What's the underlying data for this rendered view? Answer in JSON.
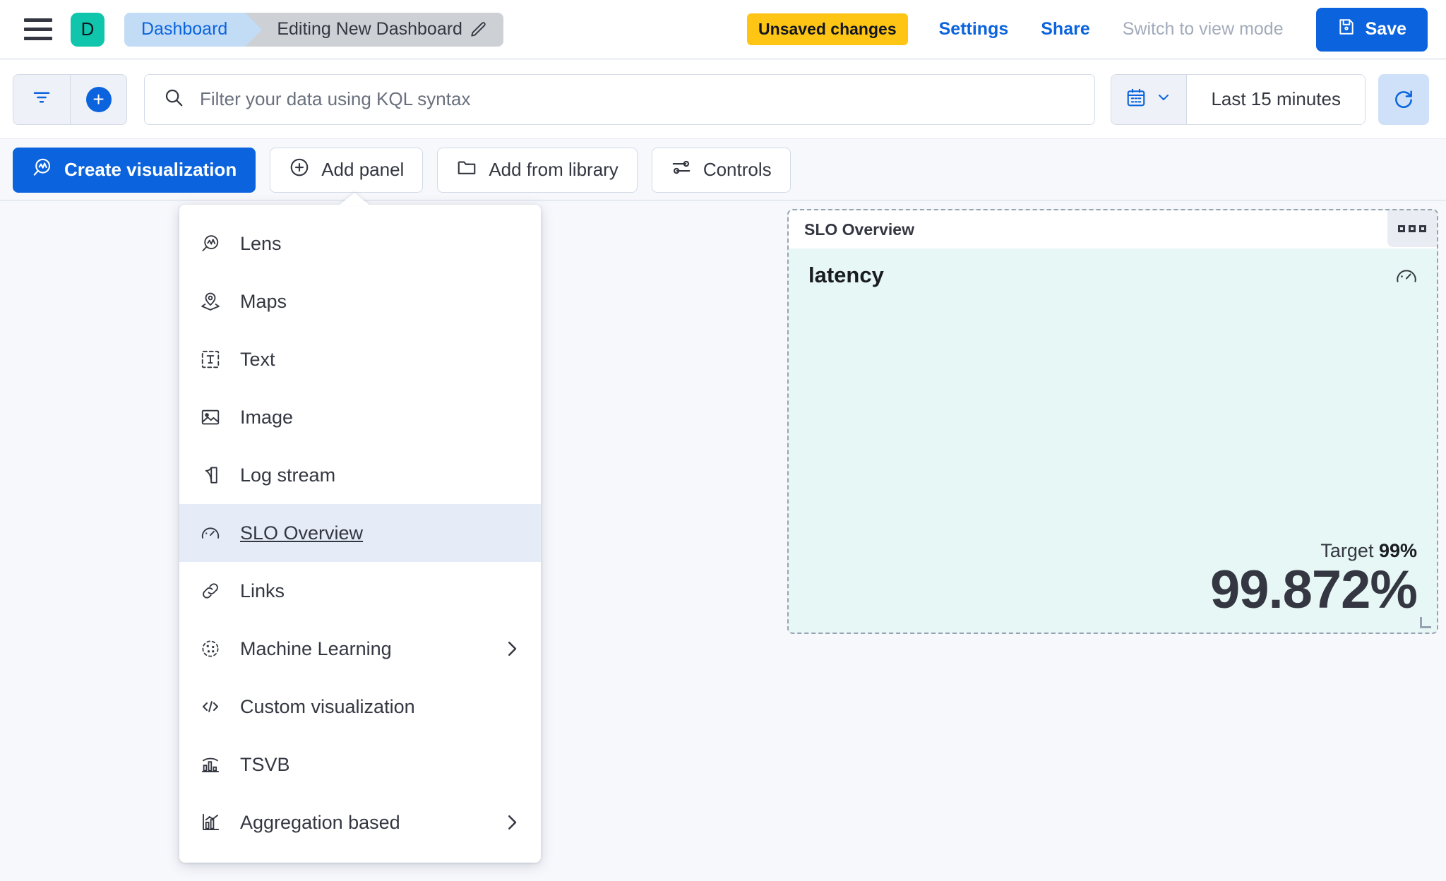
{
  "header": {
    "menu_icon": "hamburger-icon",
    "avatar_letter": "D",
    "breadcrumb_first": "Dashboard",
    "breadcrumb_last": "Editing New Dashboard",
    "edit_icon": "pencil-icon",
    "unsaved_badge": "Unsaved changes",
    "settings_label": "Settings",
    "share_label": "Share",
    "view_mode_label": "Switch to view mode",
    "save_label": "Save",
    "save_icon": "save-disk-icon",
    "accent_blue": "#0b64dd",
    "badge_yellow": "#fec514",
    "avatar_teal": "#0fc5ab"
  },
  "querybar": {
    "filter_icon": "filter-icon",
    "add_filter_icon": "plus-circle-icon",
    "search_icon": "search-icon",
    "search_value": "",
    "search_placeholder": "Filter your data using KQL syntax",
    "calendar_icon": "calendar-icon",
    "calendar_chevron": "chevron-down-icon",
    "date_range": "Last 15 minutes",
    "refresh_icon": "refresh-icon"
  },
  "toolbar": {
    "buttons": [
      {
        "label": "Create visualization",
        "icon": "lens-icon",
        "primary": true
      },
      {
        "label": "Add panel",
        "icon": "plus-circle-outline-icon",
        "primary": false
      },
      {
        "label": "Add from library",
        "icon": "folder-icon",
        "primary": false
      },
      {
        "label": "Controls",
        "icon": "controls-sliders-icon",
        "primary": false
      }
    ]
  },
  "add_panel_menu": {
    "items": [
      {
        "label": "Lens",
        "icon": "lens-icon",
        "selected": false,
        "has_submenu": false
      },
      {
        "label": "Maps",
        "icon": "maps-pin-icon",
        "selected": false,
        "has_submenu": false
      },
      {
        "label": "Text",
        "icon": "text-box-icon",
        "selected": false,
        "has_submenu": false
      },
      {
        "label": "Image",
        "icon": "image-icon",
        "selected": false,
        "has_submenu": false
      },
      {
        "label": "Log stream",
        "icon": "log-stream-icon",
        "selected": false,
        "has_submenu": false
      },
      {
        "label": "SLO Overview",
        "icon": "gauge-icon",
        "selected": true,
        "has_submenu": false
      },
      {
        "label": "Links",
        "icon": "link-icon",
        "selected": false,
        "has_submenu": false
      },
      {
        "label": "Machine Learning",
        "icon": "machine-learning-icon",
        "selected": false,
        "has_submenu": true
      },
      {
        "label": "Custom visualization",
        "icon": "code-icon",
        "selected": false,
        "has_submenu": false
      },
      {
        "label": "TSVB",
        "icon": "tsvb-chart-icon",
        "selected": false,
        "has_submenu": false
      },
      {
        "label": "Aggregation based",
        "icon": "aggregation-chart-icon",
        "selected": false,
        "has_submenu": true
      }
    ]
  },
  "slo_panel": {
    "panel_title": "SLO Overview",
    "context_menu_icon": "three-squares-icon",
    "slo_name": "latency",
    "gauge_icon": "gauge-icon",
    "target_prefix": "Target ",
    "target_value": "99%",
    "current_value": "99.872%",
    "background_color": "#e6f7f5"
  }
}
